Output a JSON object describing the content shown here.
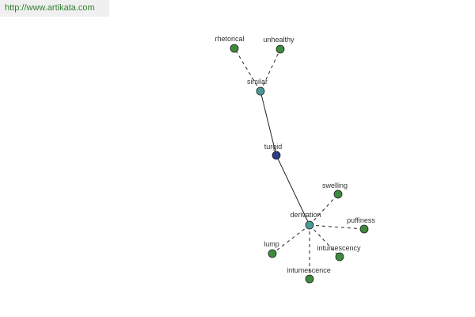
{
  "watermark": {
    "text": "http://www.artikata.com"
  },
  "colors": {
    "center": "#2e3a8c",
    "hub": "#4a9a96",
    "leaf": "#3e8a3e"
  },
  "graph": {
    "nodes": [
      {
        "id": "turgid",
        "label": "turgid",
        "kind": "center"
      },
      {
        "id": "similar",
        "label": "similar",
        "kind": "hub"
      },
      {
        "id": "derivation",
        "label": "derivation",
        "kind": "hub"
      },
      {
        "id": "rhetorical",
        "label": "rhetorical",
        "kind": "leaf"
      },
      {
        "id": "unhealthy",
        "label": "unhealthy",
        "kind": "leaf"
      },
      {
        "id": "swelling",
        "label": "swelling",
        "kind": "leaf"
      },
      {
        "id": "puffiness",
        "label": "puffiness",
        "kind": "leaf"
      },
      {
        "id": "intumescency",
        "label": "intumescency",
        "kind": "leaf"
      },
      {
        "id": "intumescence",
        "label": "intumescence",
        "kind": "leaf"
      },
      {
        "id": "lump",
        "label": "lump",
        "kind": "leaf"
      }
    ],
    "edges": [
      {
        "from": "turgid",
        "to": "similar",
        "style": "solid"
      },
      {
        "from": "turgid",
        "to": "derivation",
        "style": "solid"
      },
      {
        "from": "similar",
        "to": "rhetorical",
        "style": "dashed"
      },
      {
        "from": "similar",
        "to": "unhealthy",
        "style": "dashed"
      },
      {
        "from": "derivation",
        "to": "swelling",
        "style": "dashed"
      },
      {
        "from": "derivation",
        "to": "puffiness",
        "style": "dashed"
      },
      {
        "from": "derivation",
        "to": "intumescency",
        "style": "dashed"
      },
      {
        "from": "derivation",
        "to": "intumescence",
        "style": "dashed"
      },
      {
        "from": "derivation",
        "to": "lump",
        "style": "dashed"
      }
    ]
  }
}
